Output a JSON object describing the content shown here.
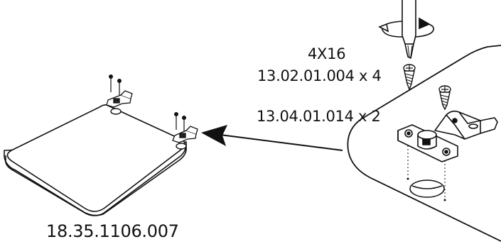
{
  "labels": {
    "screw_size": "4X16",
    "screw_part": "13.02.01.004 x 4",
    "hinge_part": "13.04.01.014 x 2",
    "panel_part": "18.35.1106.007"
  },
  "colors": {
    "stroke": "#111111",
    "fill": "#ffffff",
    "hole": "#f2f2f2"
  },
  "icons": [
    "screwdriver-icon",
    "rotation-arrow-icon",
    "screw-icon",
    "hinge-icon",
    "pointer-arrow-icon"
  ]
}
